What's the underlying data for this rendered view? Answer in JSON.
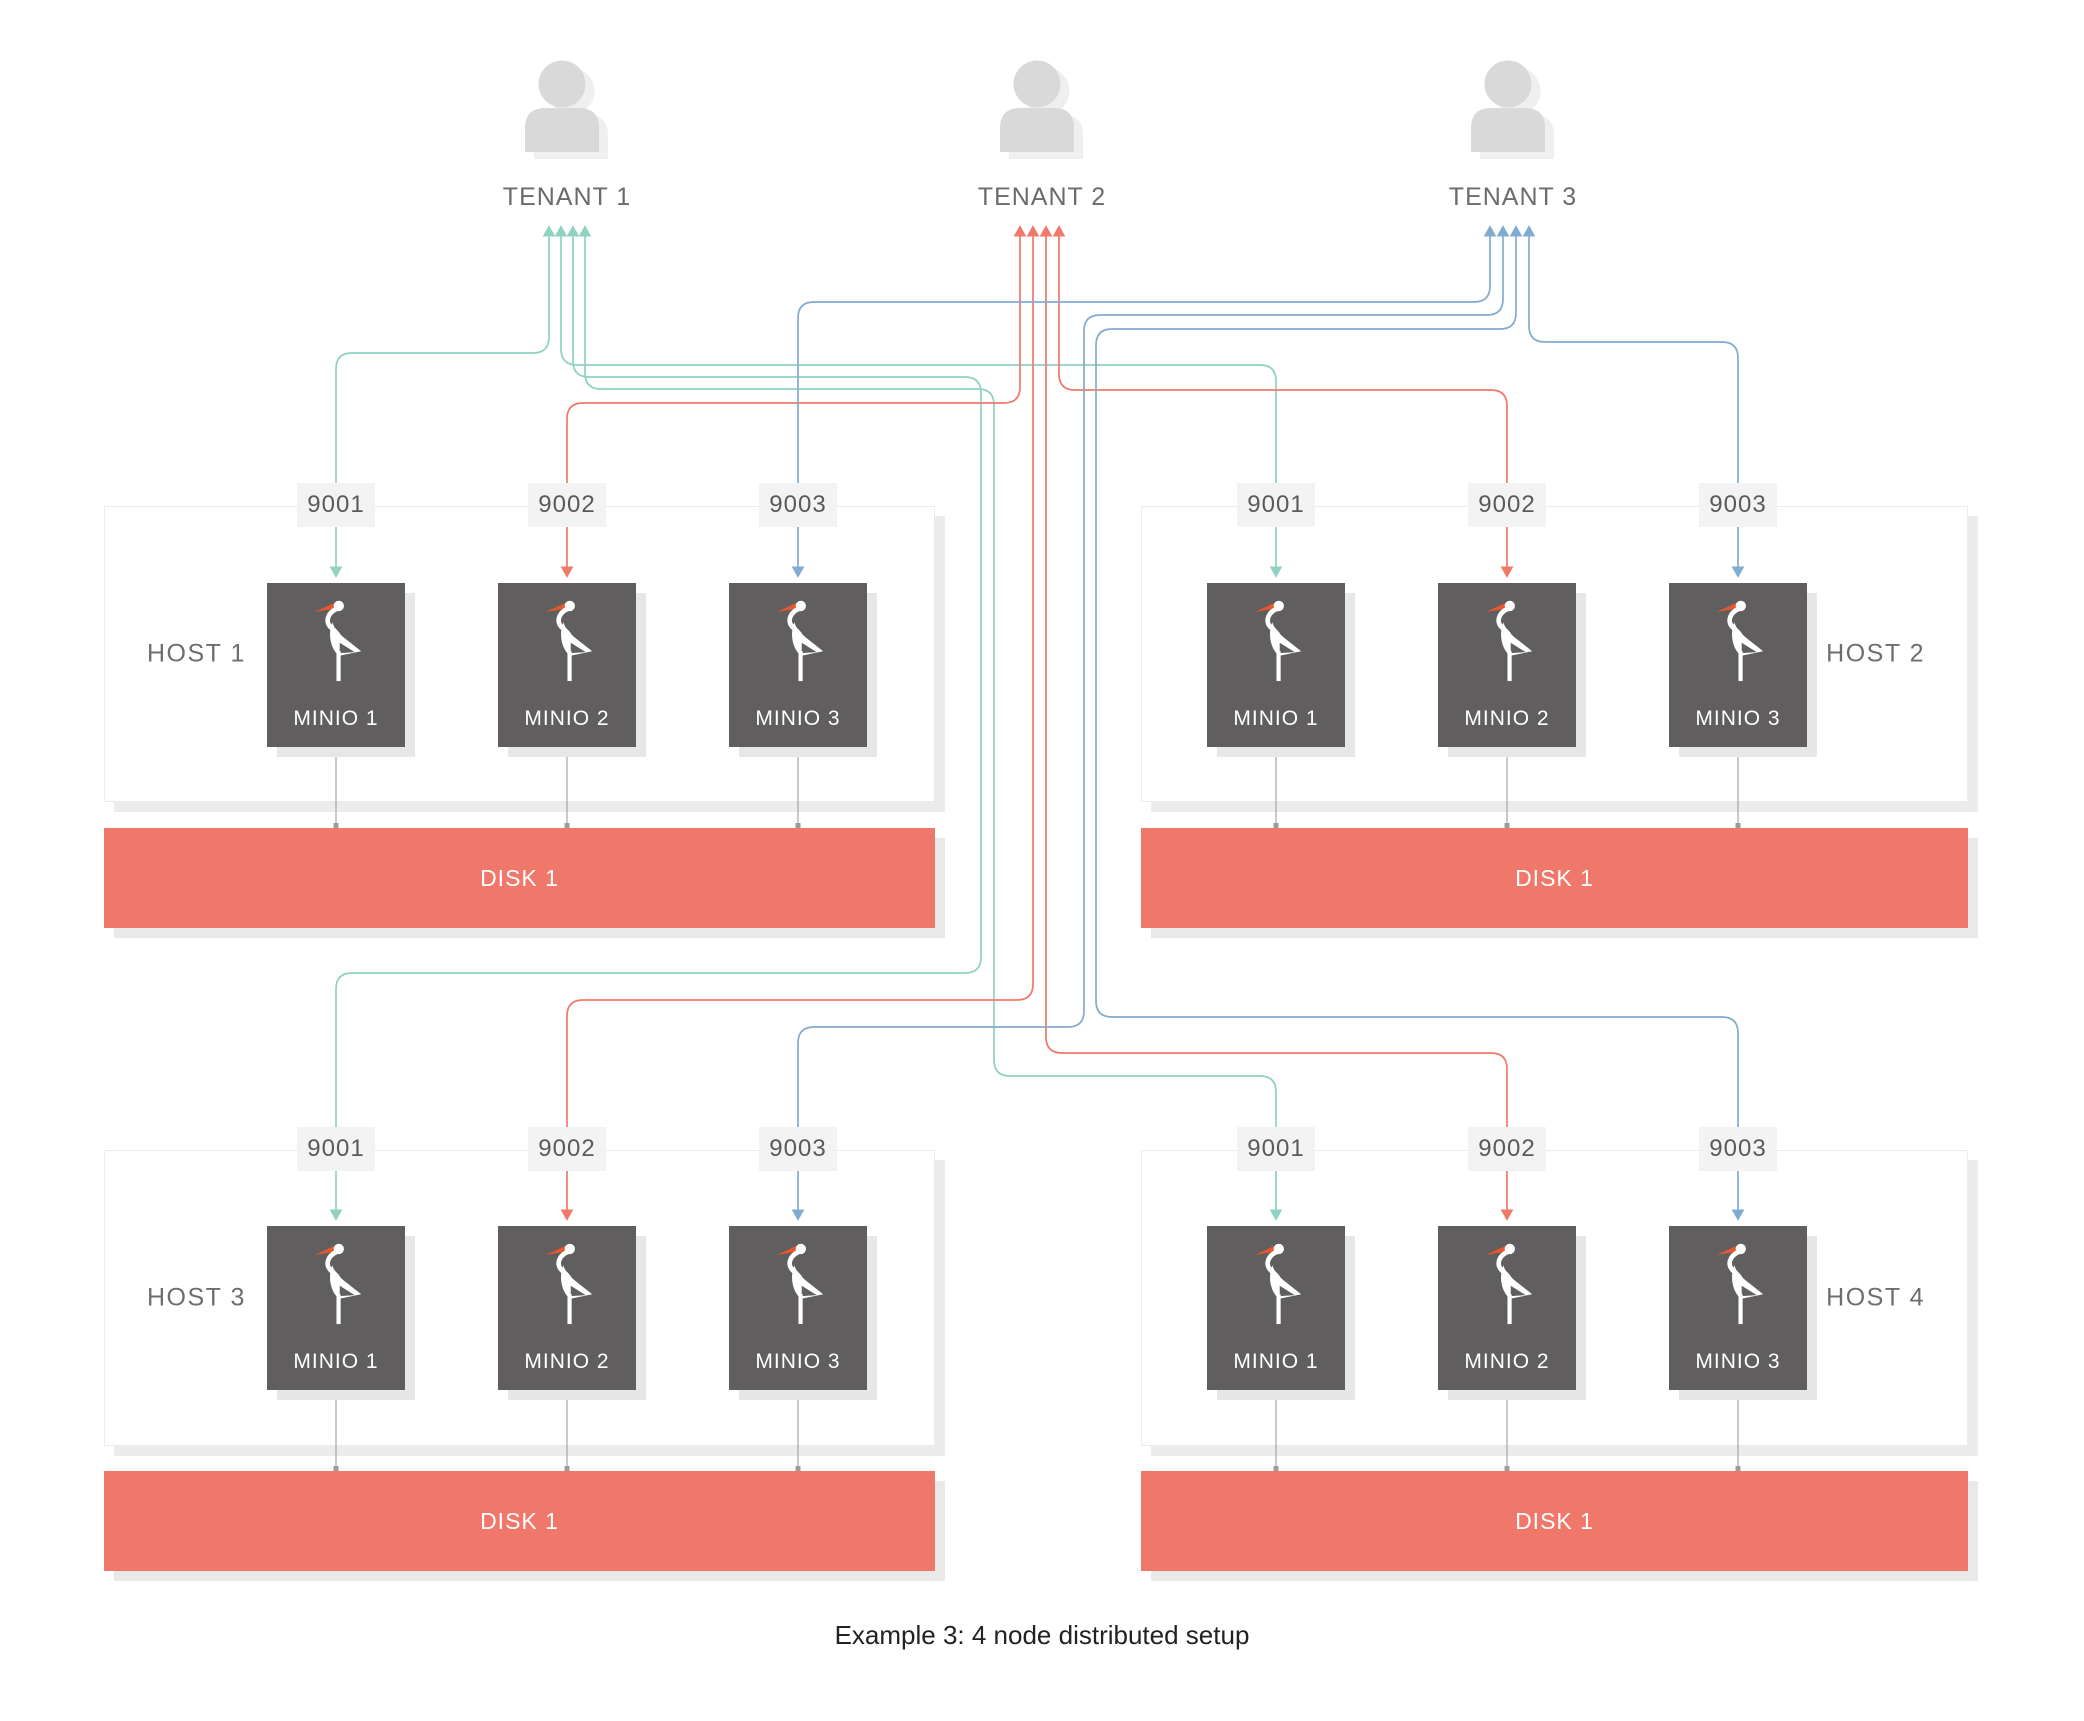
{
  "caption": "Example 3: 4 node distributed setup",
  "colors": {
    "tenant1_line": "#8fd2c2",
    "tenant2_line": "#f0796a",
    "tenant3_line": "#82abd1",
    "disk_bar": "#f0786a",
    "minio_box": "#605e5e",
    "minio_beak": "#e8562e",
    "connector_gray": "#a5a5a5",
    "connector_dot": "#9c9c9c",
    "icon_gray": "#d9d9d9",
    "icon_shadow": "#efefef"
  },
  "tenants": [
    {
      "label": "TENANT 1",
      "color": "tenant1_line"
    },
    {
      "label": "TENANT 2",
      "color": "tenant2_line"
    },
    {
      "label": "TENANT 3",
      "color": "tenant3_line"
    }
  ],
  "hosts": [
    {
      "label": "HOST 1",
      "label_side": "left",
      "ports": [
        "9001",
        "9002",
        "9003"
      ],
      "nodes": [
        "MINIO 1",
        "MINIO 2",
        "MINIO 3"
      ],
      "disk": "DISK 1"
    },
    {
      "label": "HOST 2",
      "label_side": "right",
      "ports": [
        "9001",
        "9002",
        "9003"
      ],
      "nodes": [
        "MINIO 1",
        "MINIO 2",
        "MINIO 3"
      ],
      "disk": "DISK 1"
    },
    {
      "label": "HOST 3",
      "label_side": "left",
      "ports": [
        "9001",
        "9002",
        "9003"
      ],
      "nodes": [
        "MINIO 1",
        "MINIO 2",
        "MINIO 3"
      ],
      "disk": "DISK 1"
    },
    {
      "label": "HOST 4",
      "label_side": "right",
      "ports": [
        "9001",
        "9002",
        "9003"
      ],
      "nodes": [
        "MINIO 1",
        "MINIO 2",
        "MINIO 3"
      ],
      "disk": "DISK 1"
    }
  ],
  "connections": [
    {
      "tenant": 0,
      "host": 0,
      "port": "9001"
    },
    {
      "tenant": 0,
      "host": 1,
      "port": "9001"
    },
    {
      "tenant": 0,
      "host": 2,
      "port": "9001"
    },
    {
      "tenant": 0,
      "host": 3,
      "port": "9001"
    },
    {
      "tenant": 1,
      "host": 0,
      "port": "9002"
    },
    {
      "tenant": 1,
      "host": 1,
      "port": "9002"
    },
    {
      "tenant": 1,
      "host": 2,
      "port": "9002"
    },
    {
      "tenant": 1,
      "host": 3,
      "port": "9002"
    },
    {
      "tenant": 2,
      "host": 0,
      "port": "9003"
    },
    {
      "tenant": 2,
      "host": 2,
      "port": "9003"
    },
    {
      "tenant": 2,
      "host": 3,
      "port": "9003"
    },
    {
      "tenant": 2,
      "host": 1,
      "port": "9003"
    }
  ]
}
